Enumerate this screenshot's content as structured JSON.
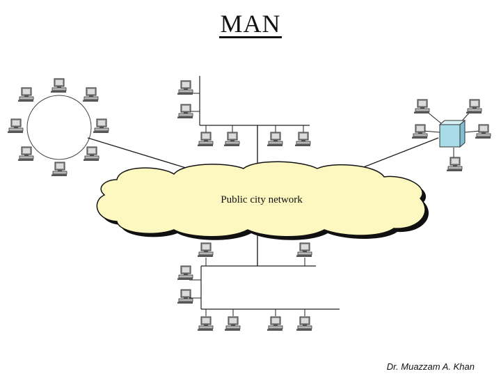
{
  "slide": {
    "title": "MAN",
    "author": "Dr. Muazzam A. Khan"
  },
  "diagram": {
    "cloud_label": "Public city network",
    "icons": {
      "computer": "desktop-computer-icon",
      "hub": "hub-cube-icon"
    },
    "colors": {
      "cloud_fill": "#fdf8c0",
      "cloud_outline": "#111111",
      "hub_fill": "#a9dbe8"
    }
  }
}
